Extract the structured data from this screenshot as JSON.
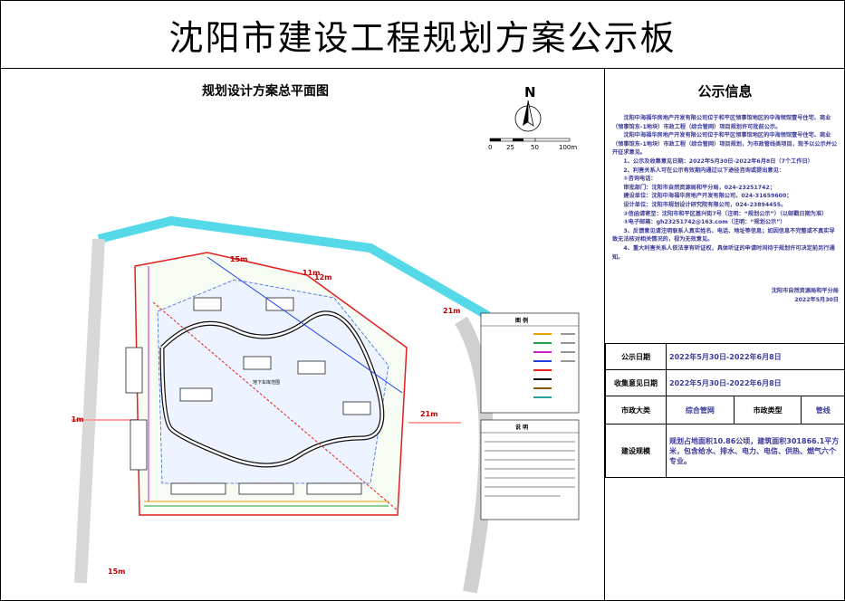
{
  "title": "沈阳市建设工程规划方案公示板",
  "plan": {
    "title": "规划设计方案总平面图",
    "north": "N",
    "scale_labels": [
      "0",
      "25",
      "50",
      "100m"
    ],
    "road_labels": [
      "21m",
      "21m",
      "21m",
      "11m",
      "15m",
      "12m",
      "15m"
    ],
    "legend_title": "图 例",
    "notes_title": "说 明",
    "area_label": "地下车库范围"
  },
  "info": {
    "title": "公示信息",
    "paragraphs": [
      "沈阳中海福华房地产开发有限公司位于和平区领事馆地区的中海领馆壹号住宅、商业（领事馆东-1地块）市政工程（综合管网）项目规划许可批前公示。",
      "沈阳中海福华房地产开发有限公司位于和平区领事馆地区的中海领馆壹号住宅、商业（领事馆东-1地块）市政工程（综合管网）项目规划，为市政管线类项目，现予以公示并公开征求意见。",
      "1、公示及收集意见日期：2022年5月30日-2022年6月8日（7个工作日）",
      "2、利害关系人可在公示有效期内通过以下途径咨询或提出意见：",
      "①咨询电话：",
      "审批部门：沈阳市自然资源局和平分局，024-23251742；",
      "建设单位：沈阳中海福华房地产开发有限公司，024-31659600；",
      "设计单位：沈阳市规划设计研究院有限公司，024-23894455。",
      "②信函请寄至：沈阳市和平区基兴街7号（注明：“规划公示”）（以邮戳日期为准）",
      "③电子邮箱：gh23251742@163.com（注明：“规划公示”）",
      "3、反馈意见请注明联系人真实姓名、电话、地址等信息；如因信息不完整或不真实导致无法核对相关情况的，视为无效意见。",
      "4、重大利害关系人依法享有听证权，具体听证的申请时间待于规划许可决定前另行通知。"
    ],
    "signature": "沈阳市自然资源局和平分局",
    "date": "2022年5月30日"
  },
  "table": {
    "rows": [
      {
        "label": "公示日期",
        "value": "2022年5月30日-2022年6月8日"
      },
      {
        "label": "收集意见日期",
        "value": "2022年5月30日-2022年6月8日"
      }
    ],
    "municipal": {
      "label": "市政大类",
      "value": "综合管网",
      "type_label": "市政类型",
      "type_value": "管线"
    },
    "scale": {
      "label": "建设规模",
      "value": "规划占地面积10.86公顷，建筑面积301866.1平方米，包含给水、排水、电力、电信、供热、燃气六个专业。"
    }
  }
}
